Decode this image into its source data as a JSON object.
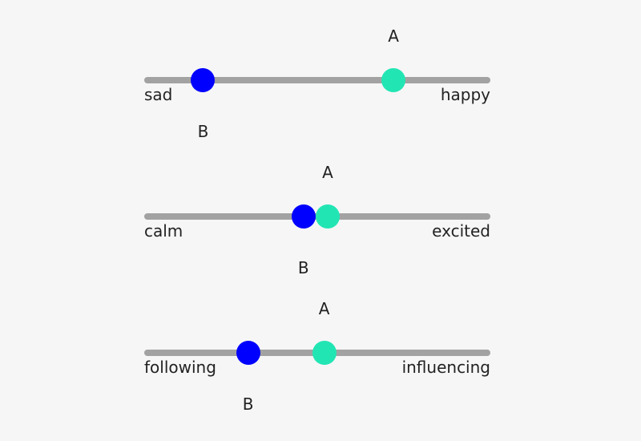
{
  "colors": {
    "A": "#22e5b4",
    "B": "#0000ff",
    "track": "#a2a2a2"
  },
  "scales": [
    {
      "left_label": "sad",
      "right_label": "happy",
      "markers": [
        {
          "label": "B",
          "value": 0.17
        },
        {
          "label": "A",
          "value": 0.72
        }
      ]
    },
    {
      "left_label": "calm",
      "right_label": "excited",
      "markers": [
        {
          "label": "B",
          "value": 0.46
        },
        {
          "label": "A",
          "value": 0.53
        }
      ]
    },
    {
      "left_label": "following",
      "right_label": "influencing",
      "markers": [
        {
          "label": "B",
          "value": 0.3
        },
        {
          "label": "A",
          "value": 0.52
        }
      ]
    }
  ]
}
